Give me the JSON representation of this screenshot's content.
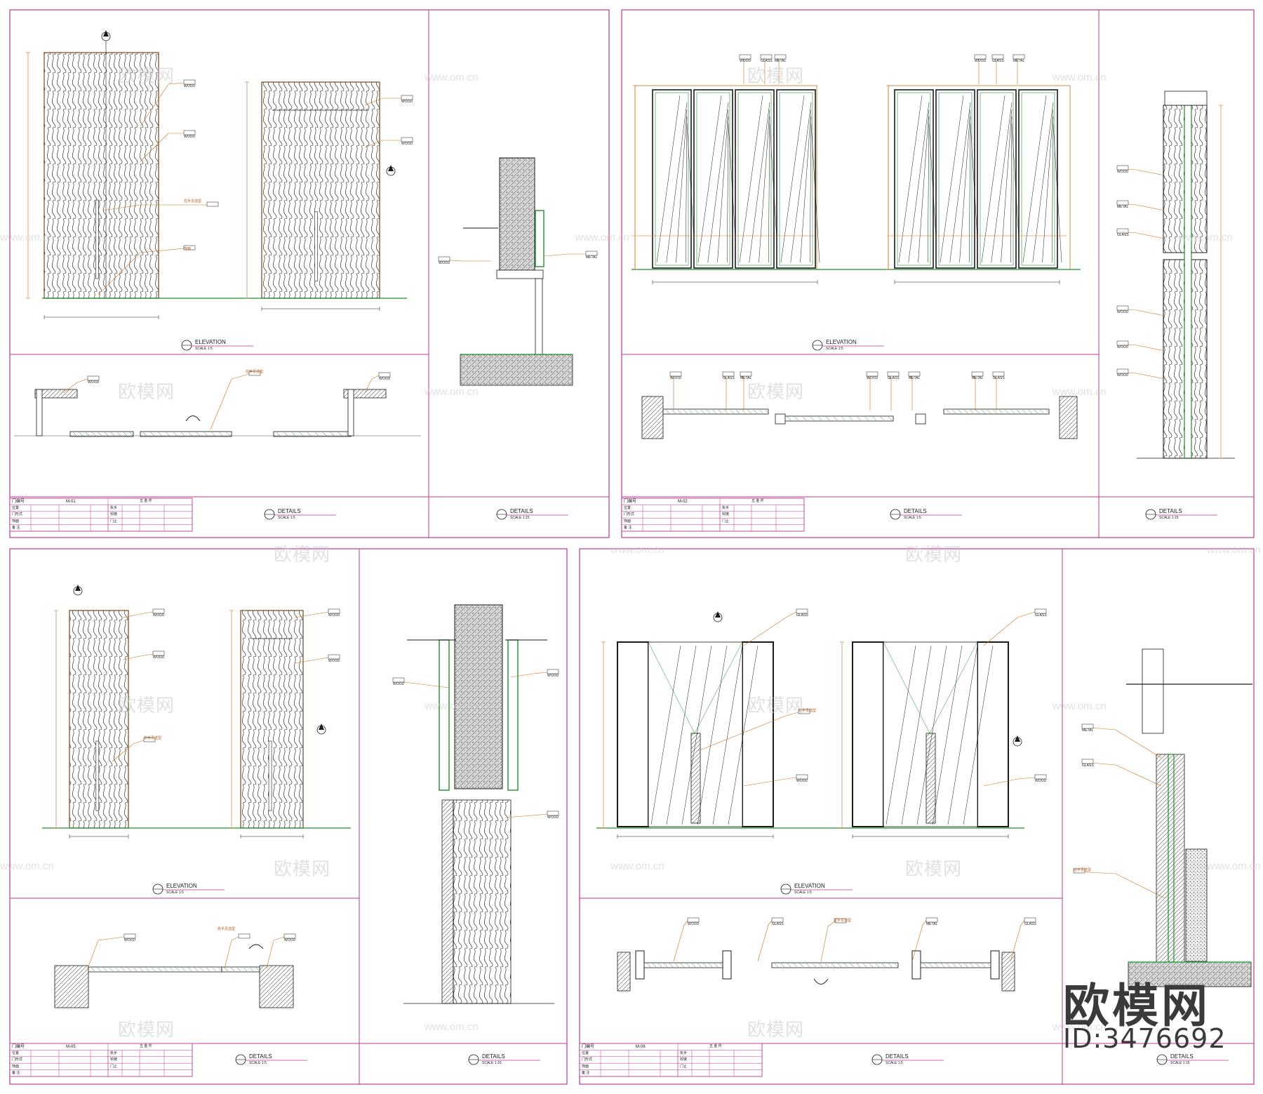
{
  "common": {
    "elevation_title": "ELEVATION",
    "details_title": "DETAILS",
    "scale_text": "SCALE 1:5",
    "scale_text_b": "SCALE 1:15",
    "door_no_label": "门编号",
    "hardware_title": "五 金 件",
    "remark_label": "备 注"
  },
  "sheets": [
    {
      "id": "M-01",
      "code": "M-01",
      "type": "wood"
    },
    {
      "id": "M-02",
      "code": "M-02",
      "type": "glass-folding"
    },
    {
      "id": "M-05",
      "code": "M-05",
      "type": "wood"
    },
    {
      "id": "M-06",
      "code": "M-06",
      "type": "glass-pivot"
    }
  ],
  "table_rows": {
    "left": [
      "位置",
      "门形式",
      "饰面"
    ],
    "hardware": [
      "执手",
      "铰链",
      "门止"
    ]
  },
  "annotations": {
    "handle": "拉手见选型",
    "handle2": "执手见选型",
    "finish": "饰面",
    "wood": "WOOD",
    "glass": "GLASS",
    "metal": "METAL"
  },
  "watermark": {
    "cn": "欧模网",
    "url": "www.om.cn"
  },
  "brand": {
    "name": "欧模网",
    "id": "ID:3476692"
  },
  "colors": {
    "frame": "#c2388f",
    "line": "#1a1a1a",
    "green": "#1f8f2a",
    "orange": "#c9731f",
    "hatch": "#7a7a7a"
  }
}
